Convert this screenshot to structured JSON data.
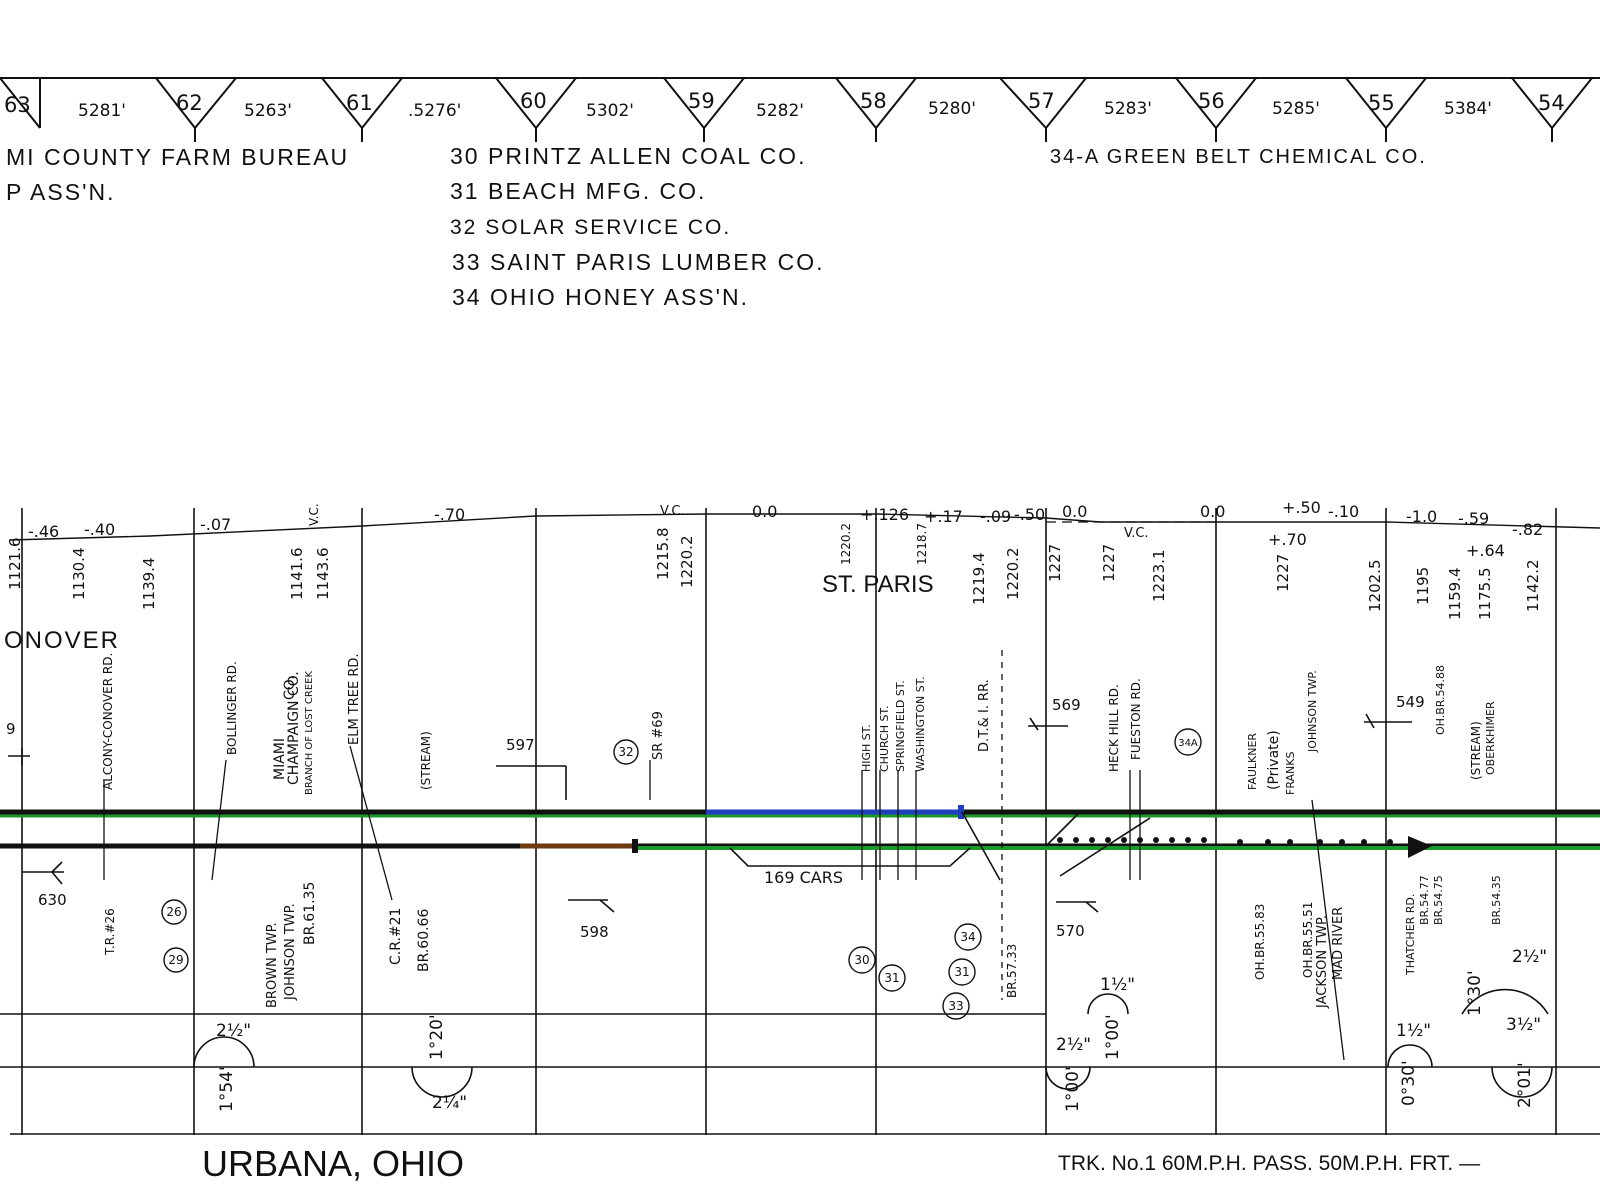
{
  "mileposts": [
    {
      "mp": "63",
      "len": "5281'"
    },
    {
      "mp": "62",
      "len": "5263'"
    },
    {
      "mp": "61",
      "len": ".5276'"
    },
    {
      "mp": "60",
      "len": "5302'"
    },
    {
      "mp": "59",
      "len": "5282'"
    },
    {
      "mp": "58",
      "len": "5280'"
    },
    {
      "mp": "57",
      "len": "5283'"
    },
    {
      "mp": "56",
      "len": "5285'"
    },
    {
      "mp": "55",
      "len": "5384'"
    },
    {
      "mp": "54",
      "len": ""
    }
  ],
  "industries_left": [
    "MI COUNTY FARM BUREAU",
    "P ASS'N."
  ],
  "industries_mid": [
    "30 PRINTZ ALLEN COAL CO.",
    "31 BEACH MFG. CO.",
    "32 SOLAR SERVICE CO.",
    "33 SAINT PARIS LUMBER CO.",
    "34 OHIO HONEY ASS'N."
  ],
  "industries_right": [
    "34-A GREEN BELT CHEMICAL CO."
  ],
  "grades": [
    "-.46",
    "-.40",
    "-.07",
    "V.C.",
    "-.70",
    "V.C.",
    "0.0",
    "+.126",
    "+.17",
    "-.09",
    "-.50",
    "0.0",
    "V.C.",
    "0.0",
    "+.50",
    "-.10",
    "-1.0",
    "-.59",
    "-.82",
    "+.70",
    "+.64"
  ],
  "elevations": [
    "1121.6",
    "1130.4",
    "1139.4",
    "1141.6",
    "1143.6",
    "1215.8",
    "1220.2",
    "1220.2",
    "1218.7",
    "1219.4",
    "1220.2",
    "1227",
    "1227",
    "1223.1",
    "1227",
    "1202.5",
    "1195",
    "1159.4",
    "1175.5",
    "1142.2"
  ],
  "places": {
    "conover": "ONOVER",
    "st_paris": "ST. PARIS"
  },
  "roads": [
    "ALCONY-CONOVER RD.",
    "BOLLINGER RD.",
    "ELM TREE RD.",
    "SR #69",
    "HIGH ST.",
    "CHURCH ST.",
    "SPRINGFIELD ST.",
    "WASHINGTON ST.",
    "D.T.& I. RR.",
    "HECK HILL RD.",
    "FUESTON RD.",
    "FAULKNER",
    "(Private)",
    "FRANKS",
    "JOHNSON TWP.",
    "OBERKHIMER",
    "THATCHER RD."
  ],
  "county": {
    "miami": "MIAMI",
    "co1": "CO.",
    "champaign": "CHAMPAIGN CO.",
    "creek": "BRANCH OF LOST CREEK",
    "stream1": "(STREAM)",
    "stream2": "(STREAM)"
  },
  "bridges": [
    "BR.61.35",
    "BR.60.66",
    "C.R.#21",
    "T.R.#26",
    "BR.57.33",
    "OH.BR.55.83",
    "OH.BR.55.51",
    "BR.54.77",
    "BR.54.75",
    "BR.54.35",
    "OH.BR.54.88"
  ],
  "twps": [
    "BROWN TWP.",
    "JOHNSON TWP.",
    "JACKSON TWP.",
    "MAD RIVER"
  ],
  "signals": [
    "630",
    "597",
    "598",
    "569",
    "570",
    "549",
    "9"
  ],
  "siding": "169 CARS",
  "industry_circles": [
    "26",
    "29",
    "32",
    "30",
    "31",
    "34",
    "31",
    "33",
    "34A"
  ],
  "curves": [
    {
      "deg": "1°54'",
      "elev": "2½\""
    },
    {
      "deg": "1°20'",
      "elev": "2¼\""
    },
    {
      "deg": "1°00'",
      "elev": "1½\""
    },
    {
      "deg": "1°00'",
      "elev": "2½\""
    },
    {
      "deg": "0°30'",
      "elev": "1½\""
    },
    {
      "deg": "1°30'",
      "elev": "2½\""
    },
    {
      "deg": "2°01'",
      "elev": "3½\""
    }
  ],
  "footer": {
    "title": "URBANA, OHIO",
    "speed": "TRK. No.1 60M.P.H. PASS. 50M.P.H. FRT. —"
  }
}
